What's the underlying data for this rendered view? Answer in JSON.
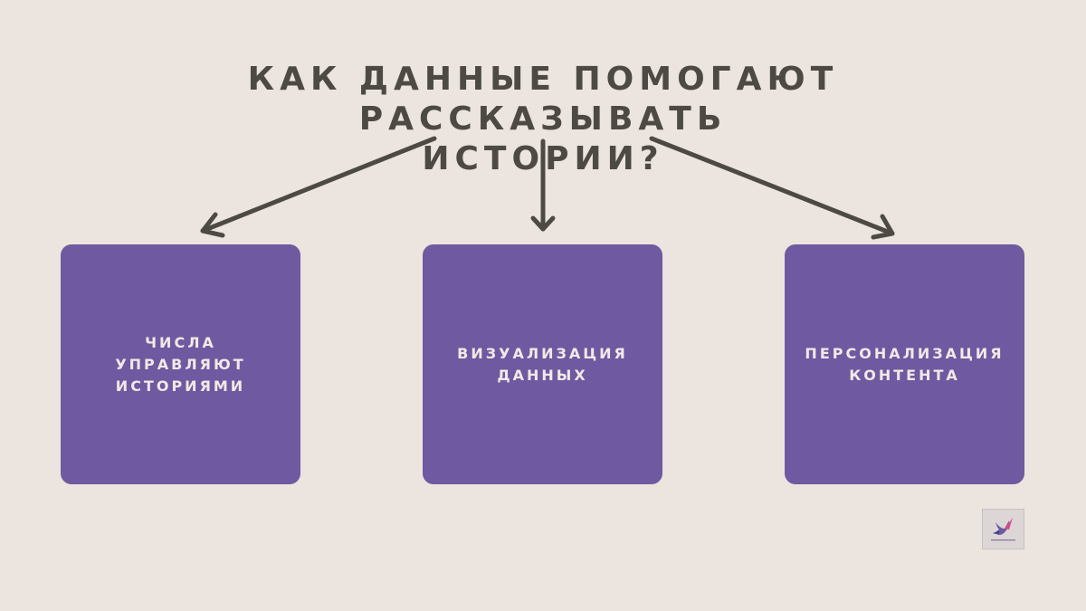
{
  "diagram": {
    "title_line_1": "КАК ДАННЫЕ ПОМОГАЮТ РАССКАЗЫВАТЬ",
    "title_line_2": "ИСТОРИИ?",
    "cards": [
      {
        "lines": [
          "ЧИСЛА",
          "УПРАВЛЯЮТ",
          "ИСТОРИЯМИ"
        ]
      },
      {
        "lines": [
          "ВИЗУАЛИЗАЦИЯ",
          "ДАННЫХ"
        ]
      },
      {
        "lines": [
          "ПЕРСОНАЛИЗАЦИЯ",
          "КОНТЕНТА"
        ]
      }
    ]
  },
  "colors": {
    "background": "#ece4df",
    "title": "#4d4a44",
    "arrow": "#4d4a44",
    "card_fill": "#6f59a0",
    "card_text": "#f1e9e6"
  },
  "logo": {
    "icon": "hummingbird-logo-icon"
  }
}
